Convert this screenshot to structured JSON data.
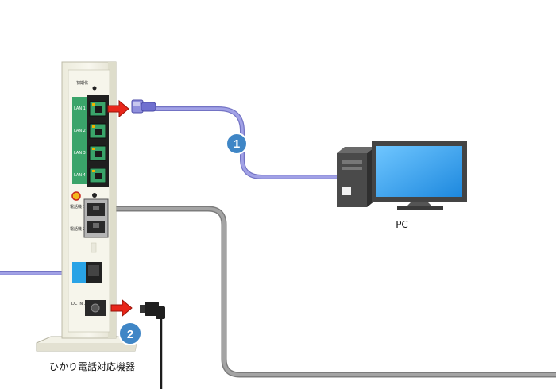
{
  "device": {
    "name": "ひかり電話対応機器",
    "labels": {
      "reset": "初期化",
      "lan": [
        "LAN 1",
        "LAN 2",
        "LAN 3",
        "LAN 4"
      ],
      "tel1": "電話機 1",
      "tel2": "電話機 2",
      "dc_in": "DC IN 12V"
    }
  },
  "pc": {
    "label": "PC"
  },
  "steps": [
    "1",
    "2"
  ],
  "colors": {
    "lan_port": "#3aa46a",
    "lan_cable": "#8f8fdc",
    "phone_cable": "#9a9a9a",
    "badge": "#3f86c6",
    "arrow": "#e8261a",
    "monitor_screen": "#39a6ee",
    "wan_port": "#29a3e6"
  }
}
